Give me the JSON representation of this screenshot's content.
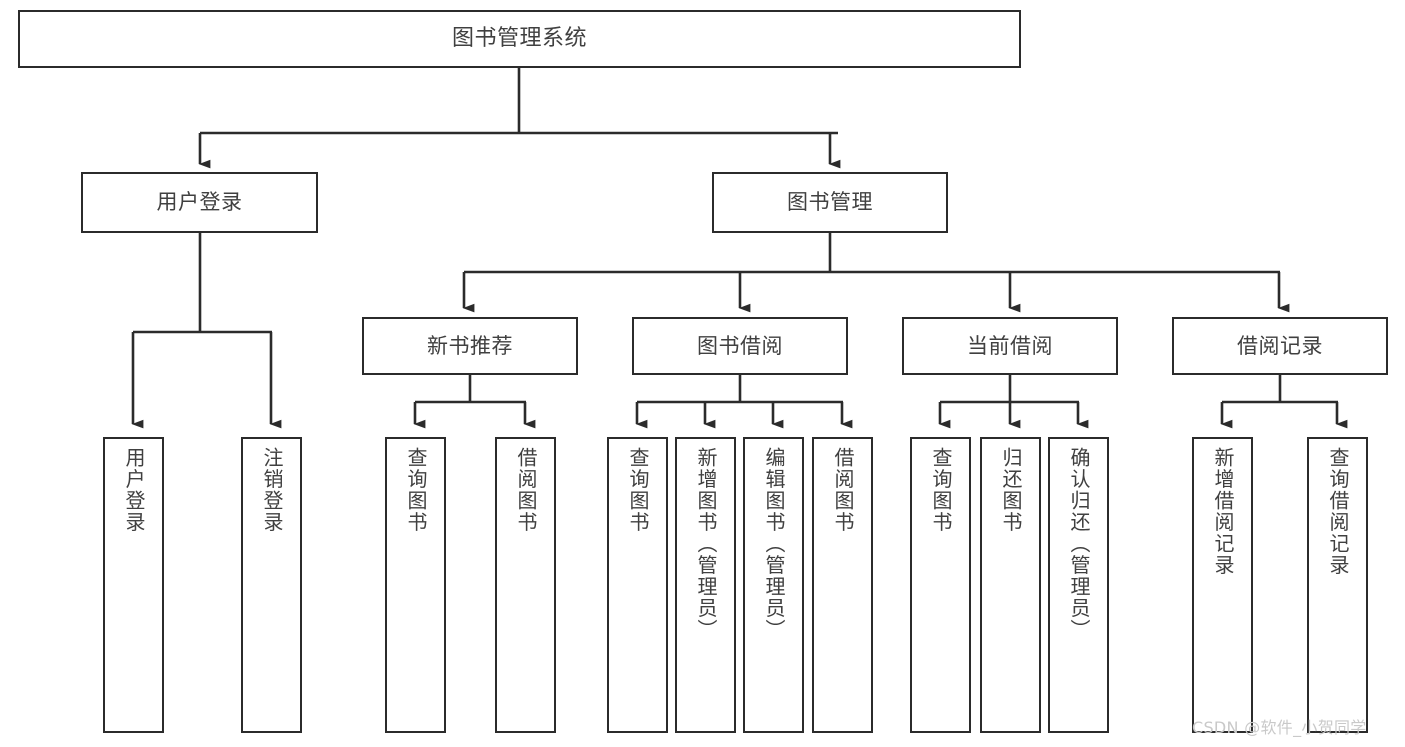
{
  "diagram": {
    "type": "tree-hierarchy",
    "title": "图书管理系统",
    "root": {
      "id": "root",
      "label": "图书管理系统",
      "orientation": "horizontal"
    },
    "level2": [
      {
        "id": "user-login",
        "label": "用户登录",
        "orientation": "horizontal"
      },
      {
        "id": "book-manage",
        "label": "图书管理",
        "orientation": "horizontal"
      }
    ],
    "level3": [
      {
        "id": "new-book-recommend",
        "label": "新书推荐",
        "orientation": "horizontal",
        "parent": "book-manage"
      },
      {
        "id": "book-borrow",
        "label": "图书借阅",
        "orientation": "horizontal",
        "parent": "book-manage"
      },
      {
        "id": "current-borrow",
        "label": "当前借阅",
        "orientation": "horizontal",
        "parent": "book-manage"
      },
      {
        "id": "borrow-record",
        "label": "借阅记录",
        "orientation": "horizontal",
        "parent": "book-manage"
      }
    ],
    "leaves": [
      {
        "id": "leaf-user-login",
        "label": "用户登录",
        "parent": "user-login"
      },
      {
        "id": "leaf-user-logout",
        "label": "注销登录",
        "parent": "user-login"
      },
      {
        "id": "leaf-query-book-1",
        "label": "查询图书",
        "parent": "new-book-recommend"
      },
      {
        "id": "leaf-borrow-book-1",
        "label": "借阅图书",
        "parent": "new-book-recommend"
      },
      {
        "id": "leaf-query-book-2",
        "label": "查询图书",
        "parent": "book-borrow"
      },
      {
        "id": "leaf-add-book",
        "label": "新增图书（管理员）",
        "parent": "book-borrow"
      },
      {
        "id": "leaf-edit-book",
        "label": "编辑图书（管理员）",
        "parent": "book-borrow"
      },
      {
        "id": "leaf-borrow-book-2",
        "label": "借阅图书",
        "parent": "book-borrow"
      },
      {
        "id": "leaf-query-book-3",
        "label": "查询图书",
        "parent": "current-borrow"
      },
      {
        "id": "leaf-return-book",
        "label": "归还图书",
        "parent": "current-borrow"
      },
      {
        "id": "leaf-confirm-return",
        "label": "确认归还（管理员）",
        "parent": "current-borrow"
      },
      {
        "id": "leaf-add-record",
        "label": "新增借阅记录",
        "parent": "borrow-record"
      },
      {
        "id": "leaf-query-record",
        "label": "查询借阅记录",
        "parent": "borrow-record"
      }
    ],
    "colors": {
      "stroke": "#2b2b2b",
      "background": "#ffffff",
      "text": "#404040",
      "watermark": "#c9c9c9"
    }
  },
  "watermark": {
    "text": "CSDN @软件_小贺同学"
  }
}
